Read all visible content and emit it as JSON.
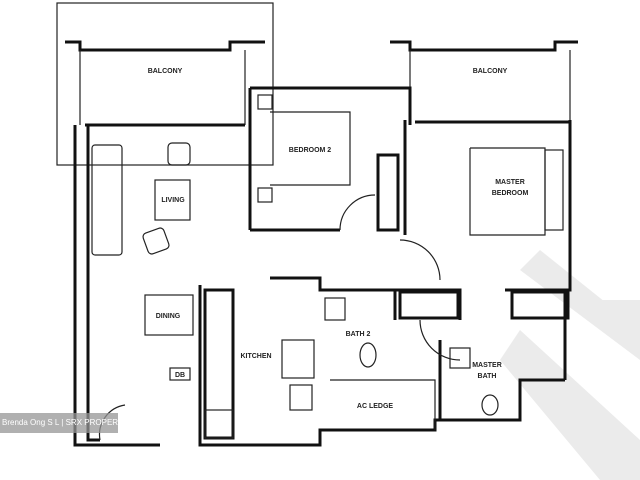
{
  "rooms": {
    "balcony_left": "BALCONY",
    "balcony_right": "BALCONY",
    "bedroom2": "BEDROOM 2",
    "living": "LIVING",
    "master_bedroom_1": "MASTER",
    "master_bedroom_2": "BEDROOM",
    "dining": "DINING",
    "kitchen": "KITCHEN",
    "bath2": "BATH 2",
    "ac_ledge": "AC LEDGE",
    "master_bath_1": "MASTER",
    "master_bath_2": "BATH",
    "db": "DB"
  },
  "watermark": "Brenda Ong S L | SRX PROPERTY",
  "colors": {
    "wall": "#111111",
    "watermark_shape": "#e6e6e6"
  }
}
